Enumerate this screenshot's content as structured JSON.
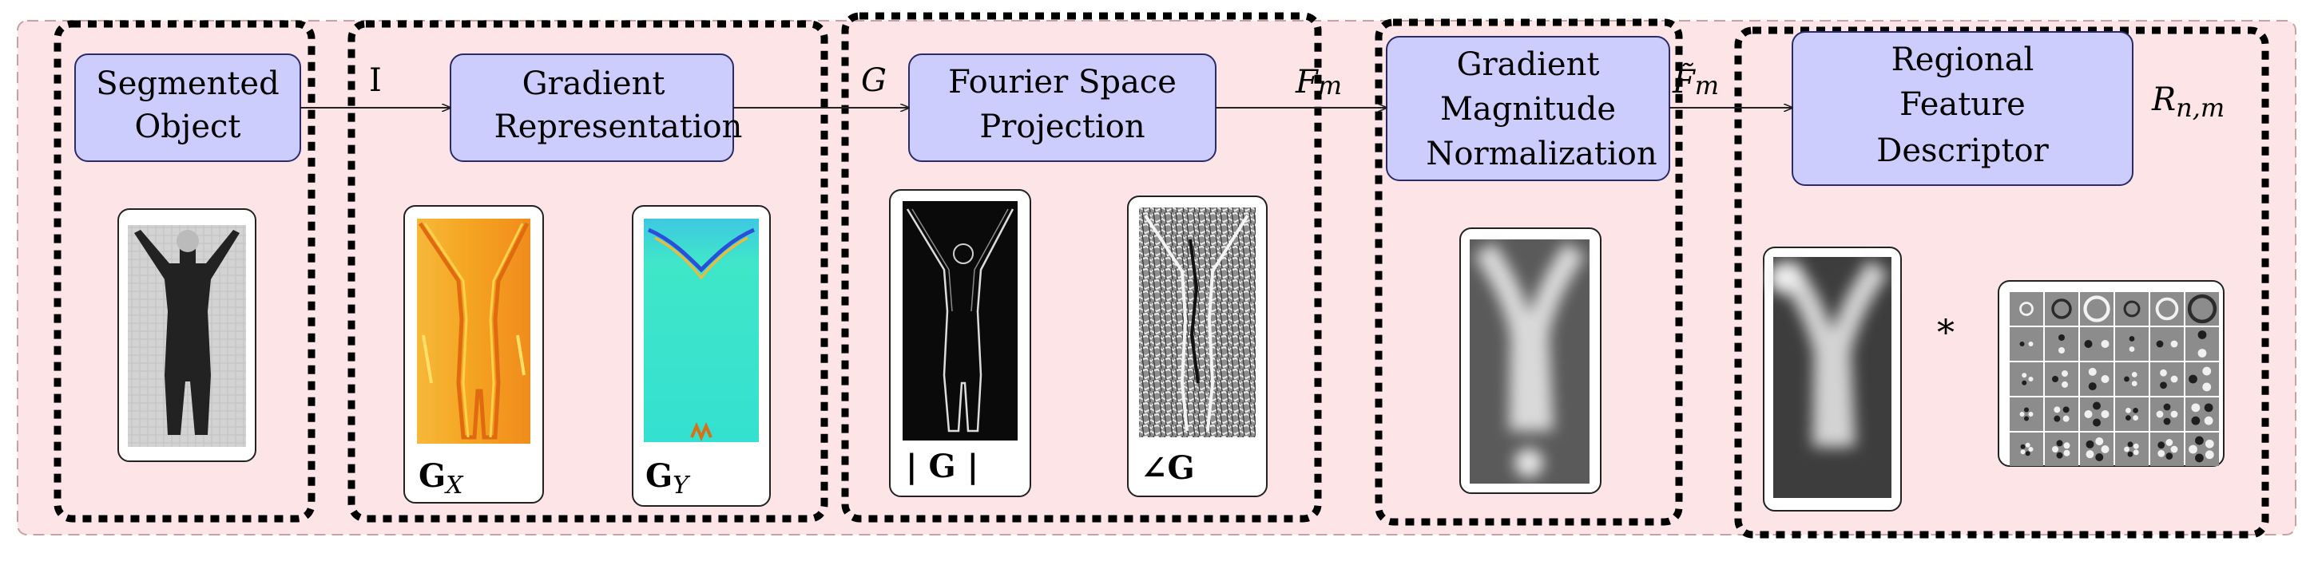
{
  "stages": [
    {
      "id": "seg",
      "label_lines": [
        "Segmented",
        "Object"
      ]
    },
    {
      "id": "grad",
      "label_lines": [
        "Gradient",
        "Representation"
      ]
    },
    {
      "id": "fourier",
      "label_lines": [
        "Fourier Space",
        "Projection"
      ]
    },
    {
      "id": "norm",
      "label_lines": [
        "Gradient",
        "Magnitude",
        "Normalization"
      ]
    },
    {
      "id": "regional",
      "label_lines": [
        "Regional",
        "Feature",
        "Descriptor"
      ]
    }
  ],
  "arrow_labels": {
    "image": "I",
    "gradient": "G",
    "fourier": "F",
    "fourier_sub": "m",
    "normalized": "F̃",
    "normalized_sub": "m",
    "output": "R",
    "output_sub": "n,m"
  },
  "image_captions": {
    "gx": "G",
    "gx_sub": "X",
    "gy": "G",
    "gy_sub": "Y",
    "magnitude": "| G |",
    "phase": "∠G"
  },
  "convolution_symbol": "*",
  "colors": {
    "background_panel": "#fde4e6",
    "stage_box": "#cccdfc",
    "stage_border": "#2b2b6a"
  }
}
